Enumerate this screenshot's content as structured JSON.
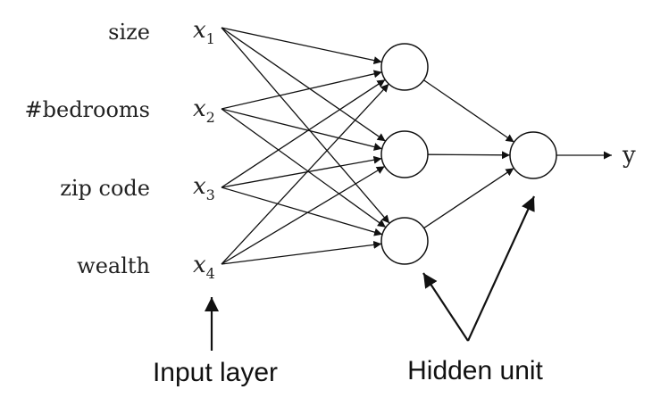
{
  "inputs": [
    {
      "feature": "size",
      "var": "x",
      "sub": "1"
    },
    {
      "feature": "#bedrooms",
      "var": "x",
      "sub": "2"
    },
    {
      "feature": "zip code",
      "var": "x",
      "sub": "3"
    },
    {
      "feature": "wealth",
      "var": "x",
      "sub": "4"
    }
  ],
  "hidden_units": 3,
  "output": {
    "label": "y"
  },
  "captions": {
    "input_layer": "Input layer",
    "hidden_unit": "Hidden unit"
  }
}
